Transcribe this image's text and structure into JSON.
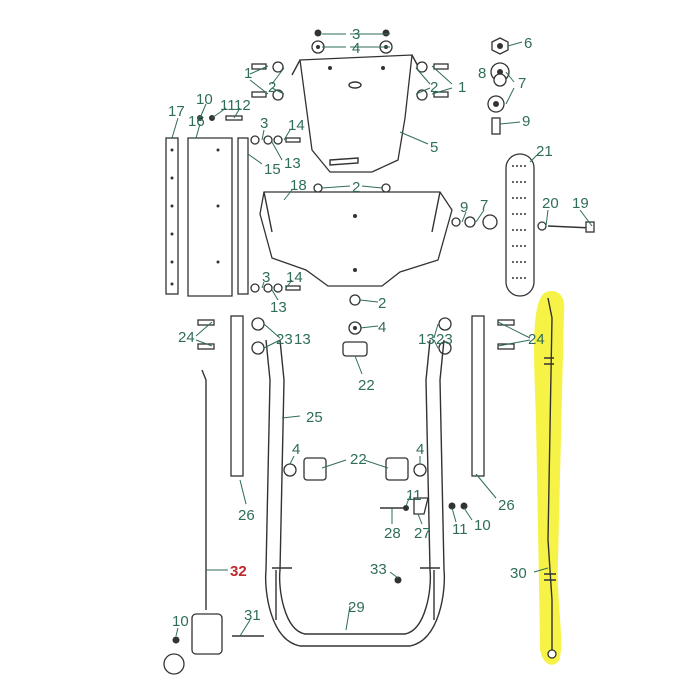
{
  "diagram": {
    "labels": [
      "1",
      "2",
      "3",
      "4",
      "5",
      "6",
      "7",
      "8",
      "9",
      "10",
      "11",
      "12",
      "13",
      "14",
      "15",
      "16",
      "17",
      "18",
      "19",
      "20",
      "21",
      "22",
      "23",
      "24",
      "25",
      "26",
      "27",
      "28",
      "29",
      "30",
      "31",
      "32",
      "33"
    ],
    "highlight_color": "#f5f23c",
    "label_color": "#2f6d57",
    "accent_label_color": "#c0272d"
  }
}
